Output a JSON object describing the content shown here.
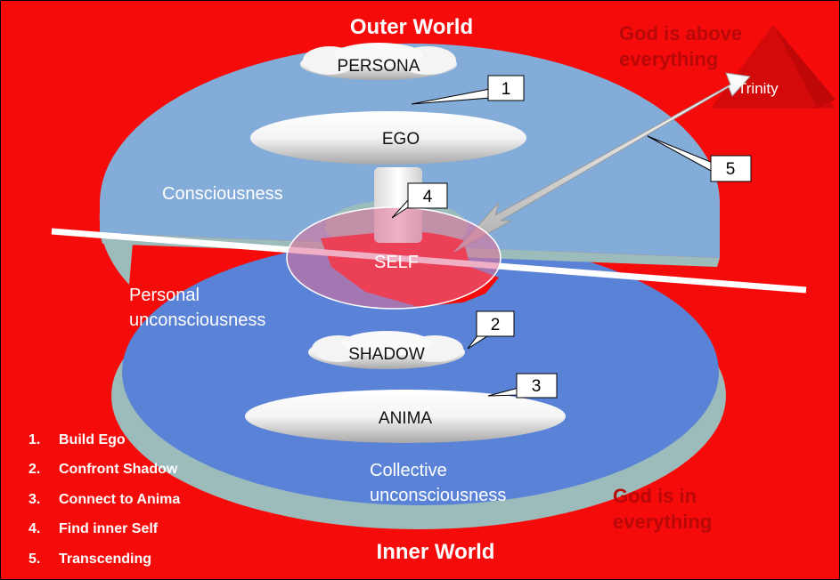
{
  "title_top": "Outer World",
  "title_bottom": "Inner World",
  "god_above": [
    "God is above",
    "everything"
  ],
  "god_in": [
    "God is in",
    "everything"
  ],
  "trinity": "Trinity",
  "layers": {
    "consciousness": "Consciousness",
    "personal": [
      "Personal",
      "unconsciousness"
    ],
    "collective": [
      "Collective",
      "unconsciousness"
    ]
  },
  "nodes": {
    "persona": "PERSONA",
    "ego": "EGO",
    "self": "SELF",
    "shadow": "SHADOW",
    "anima": "ANIMA"
  },
  "callouts": [
    "1",
    "2",
    "3",
    "4",
    "5"
  ],
  "steps": [
    {
      "num": "1.",
      "label": "Build Ego"
    },
    {
      "num": "2.",
      "label": "Confront Shadow"
    },
    {
      "num": "3.",
      "label": "Connect to Anima"
    },
    {
      "num": "4.",
      "label": "Find inner Self"
    },
    {
      "num": "5.",
      "label": "Transcending"
    }
  ],
  "colors": {
    "background": "#f60b0b",
    "upper_disk": "#84acd8",
    "lower_disk": "#5a82d6",
    "dark_red": "#b80808"
  }
}
